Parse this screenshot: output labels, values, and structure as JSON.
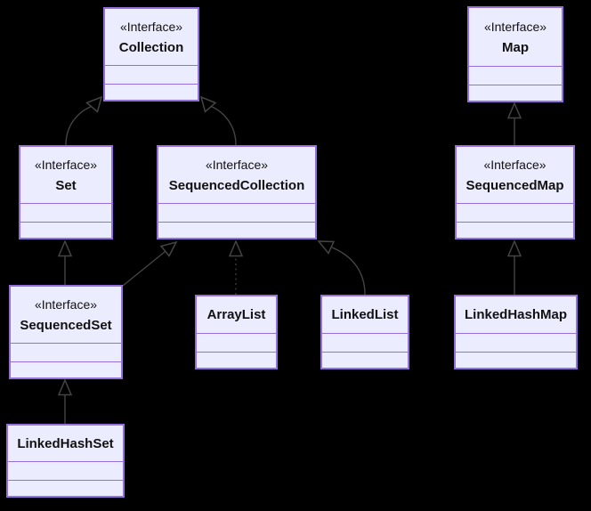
{
  "diagram": {
    "type": "uml-class-diagram",
    "background_color": "#000000",
    "node_fill_color": "#ECECFF",
    "node_border_color": "#9370DB",
    "edge_color": "#444444",
    "text_color": "#111111",
    "nodes": {
      "collection": {
        "stereotype": "«Interface»",
        "name": "Collection"
      },
      "map": {
        "stereotype": "«Interface»",
        "name": "Map"
      },
      "set": {
        "stereotype": "«Interface»",
        "name": "Set"
      },
      "sequencedcollection": {
        "stereotype": "«Interface»",
        "name": "SequencedCollection"
      },
      "sequencedmap": {
        "stereotype": "«Interface»",
        "name": "SequencedMap"
      },
      "sequencedset": {
        "stereotype": "«Interface»",
        "name": "SequencedSet"
      },
      "arraylist": {
        "name": "ArrayList"
      },
      "linkedlist": {
        "name": "LinkedList"
      },
      "linkedhashmap": {
        "name": "LinkedHashMap"
      },
      "linkedhashset": {
        "name": "LinkedHashSet"
      }
    },
    "edges": [
      {
        "from": "Set",
        "to": "Collection",
        "relation": "extends",
        "line": "solid",
        "arrowhead": "hollow-triangle"
      },
      {
        "from": "SequencedCollection",
        "to": "Collection",
        "relation": "extends",
        "line": "solid",
        "arrowhead": "hollow-triangle"
      },
      {
        "from": "SequencedMap",
        "to": "Map",
        "relation": "extends",
        "line": "solid",
        "arrowhead": "hollow-triangle"
      },
      {
        "from": "SequencedSet",
        "to": "Set",
        "relation": "extends",
        "line": "solid",
        "arrowhead": "hollow-triangle"
      },
      {
        "from": "SequencedSet",
        "to": "SequencedCollection",
        "relation": "extends",
        "line": "solid",
        "arrowhead": "hollow-triangle"
      },
      {
        "from": "ArrayList",
        "to": "SequencedCollection",
        "relation": "implements",
        "line": "dashed",
        "arrowhead": "hollow-triangle"
      },
      {
        "from": "LinkedList",
        "to": "SequencedCollection",
        "relation": "extends",
        "line": "solid",
        "arrowhead": "hollow-triangle"
      },
      {
        "from": "LinkedHashMap",
        "to": "SequencedMap",
        "relation": "extends",
        "line": "solid",
        "arrowhead": "hollow-triangle"
      },
      {
        "from": "LinkedHashSet",
        "to": "SequencedSet",
        "relation": "extends",
        "line": "solid",
        "arrowhead": "hollow-triangle"
      }
    ]
  }
}
